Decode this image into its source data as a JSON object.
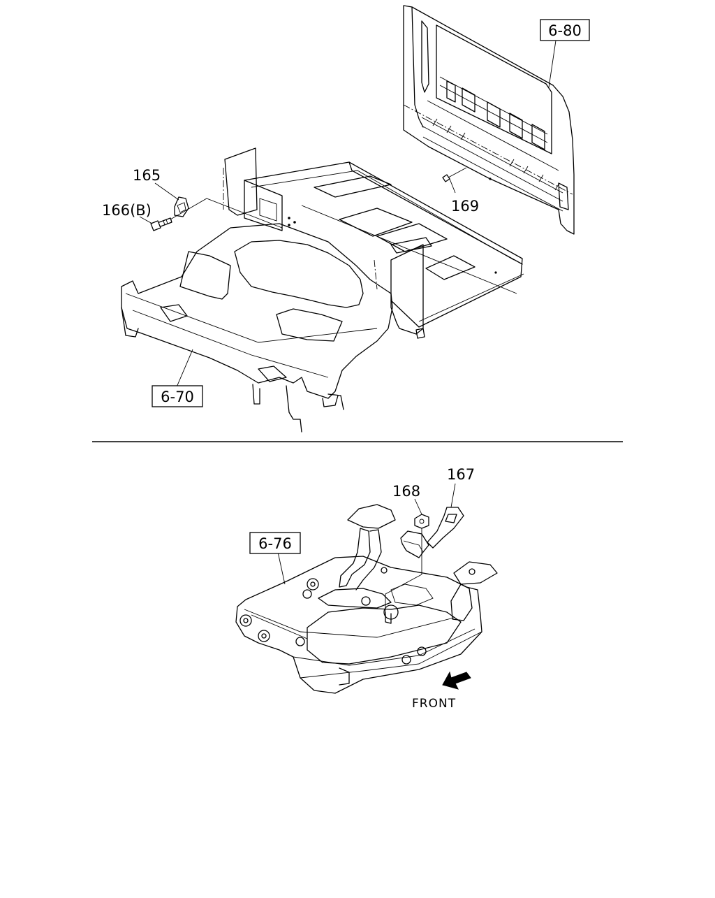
{
  "upper": {
    "refs": {
      "rear_panel": "6-80",
      "floor": "6-70"
    },
    "parts": {
      "hook": "165",
      "bolt": "166(B)",
      "pin": "169"
    }
  },
  "lower": {
    "refs": {
      "underbody": "6-76"
    },
    "parts": {
      "bracket": "167",
      "nut": "168"
    },
    "direction": "FRONT"
  }
}
